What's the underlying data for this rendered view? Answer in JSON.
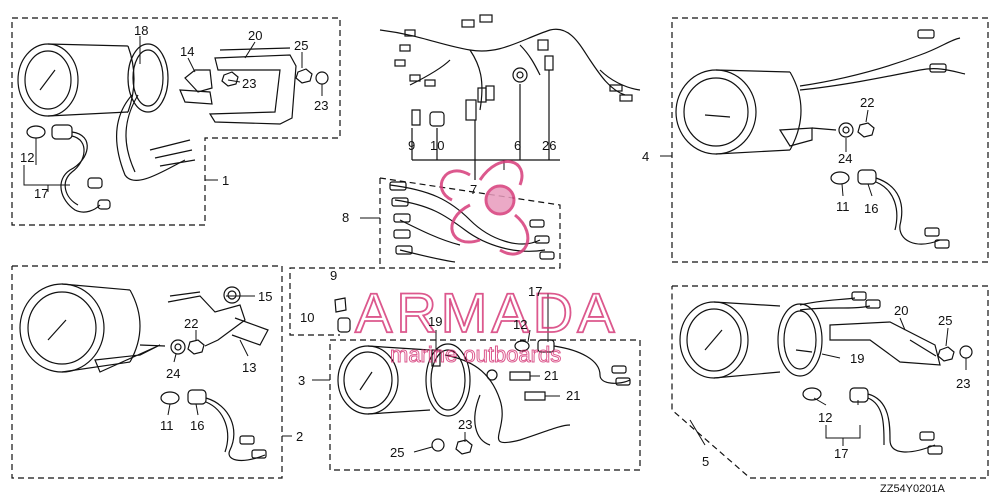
{
  "diagram": {
    "callouts": [
      "1",
      "2",
      "3",
      "4",
      "5",
      "6",
      "7",
      "8",
      "9",
      "10",
      "11",
      "12",
      "13",
      "14",
      "15",
      "16",
      "17",
      "18",
      "19",
      "20",
      "21",
      "22",
      "23",
      "24",
      "25",
      "26"
    ],
    "drawing_code": "ZZ54Y0201A"
  },
  "watermark": {
    "brand": "ARMADA",
    "tagline": "marine outboards",
    "color": "#d63c7a"
  }
}
